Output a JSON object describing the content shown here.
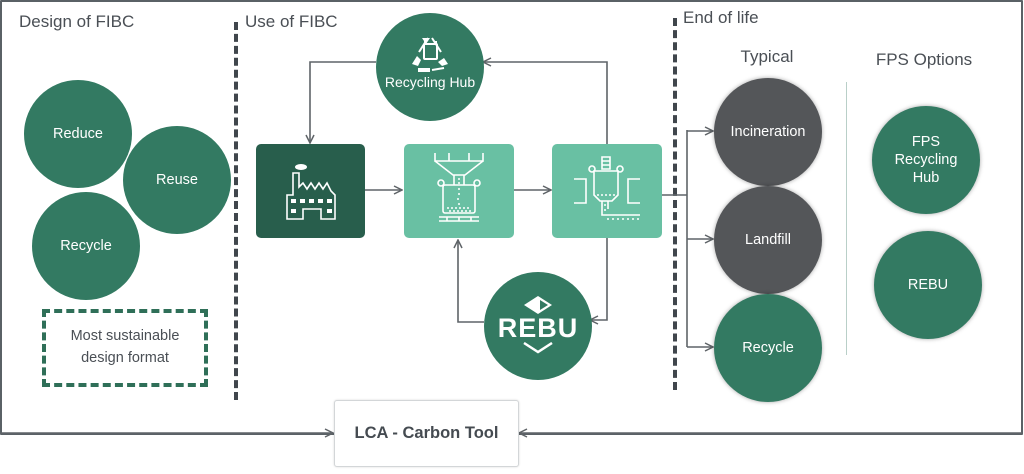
{
  "sections": {
    "design": "Design of FIBC",
    "use": "Use of FIBC",
    "end_of_life": "End of life"
  },
  "design": {
    "circles": [
      "Reduce",
      "Reuse",
      "Recycle"
    ],
    "note": "Most sustainable design format"
  },
  "use": {
    "recycling_hub": "Recycling Hub",
    "rebu_logo_text": "REBU",
    "steps": [
      {
        "icon": "factory-icon"
      },
      {
        "icon": "filling-station-icon"
      },
      {
        "icon": "discharge-station-icon"
      }
    ]
  },
  "end_of_life": {
    "typical_title": "Typical",
    "typical": [
      "Incineration",
      "Landfill",
      "Recycle"
    ],
    "fps_title": "FPS Options",
    "fps": [
      "FPS Recycling Hub",
      "REBU"
    ]
  },
  "lca": {
    "label": "LCA - Carbon Tool"
  },
  "colors": {
    "green": "#337a62",
    "dark_green": "#285e4c",
    "light_green": "#69c0a3",
    "grey": "#545659",
    "line": "#5f6468"
  }
}
